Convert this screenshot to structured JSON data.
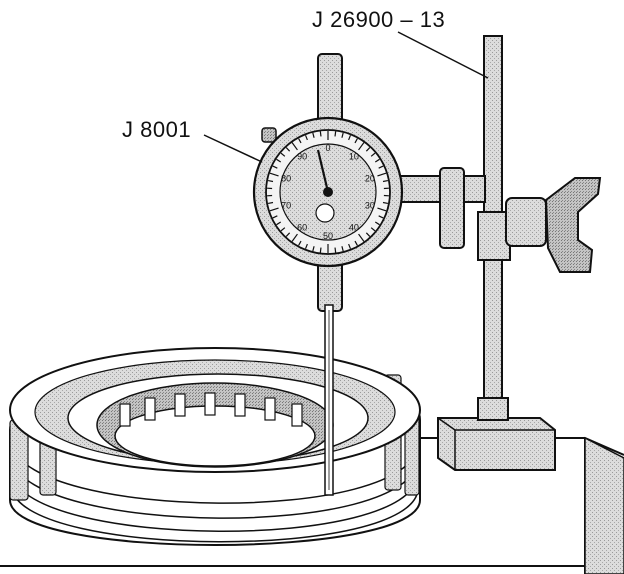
{
  "callouts": {
    "dial_indicator": "J 8001",
    "indicator_stand": "J 26900 – 13"
  },
  "colors": {
    "ink": "#111111",
    "tone": "#d2d2d2",
    "tone_dark": "#b4b4b4",
    "paper": "#ffffff"
  },
  "dial_scale_labels": [
    "0",
    "10",
    "20",
    "30",
    "40",
    "50",
    "60",
    "70",
    "80",
    "90"
  ]
}
